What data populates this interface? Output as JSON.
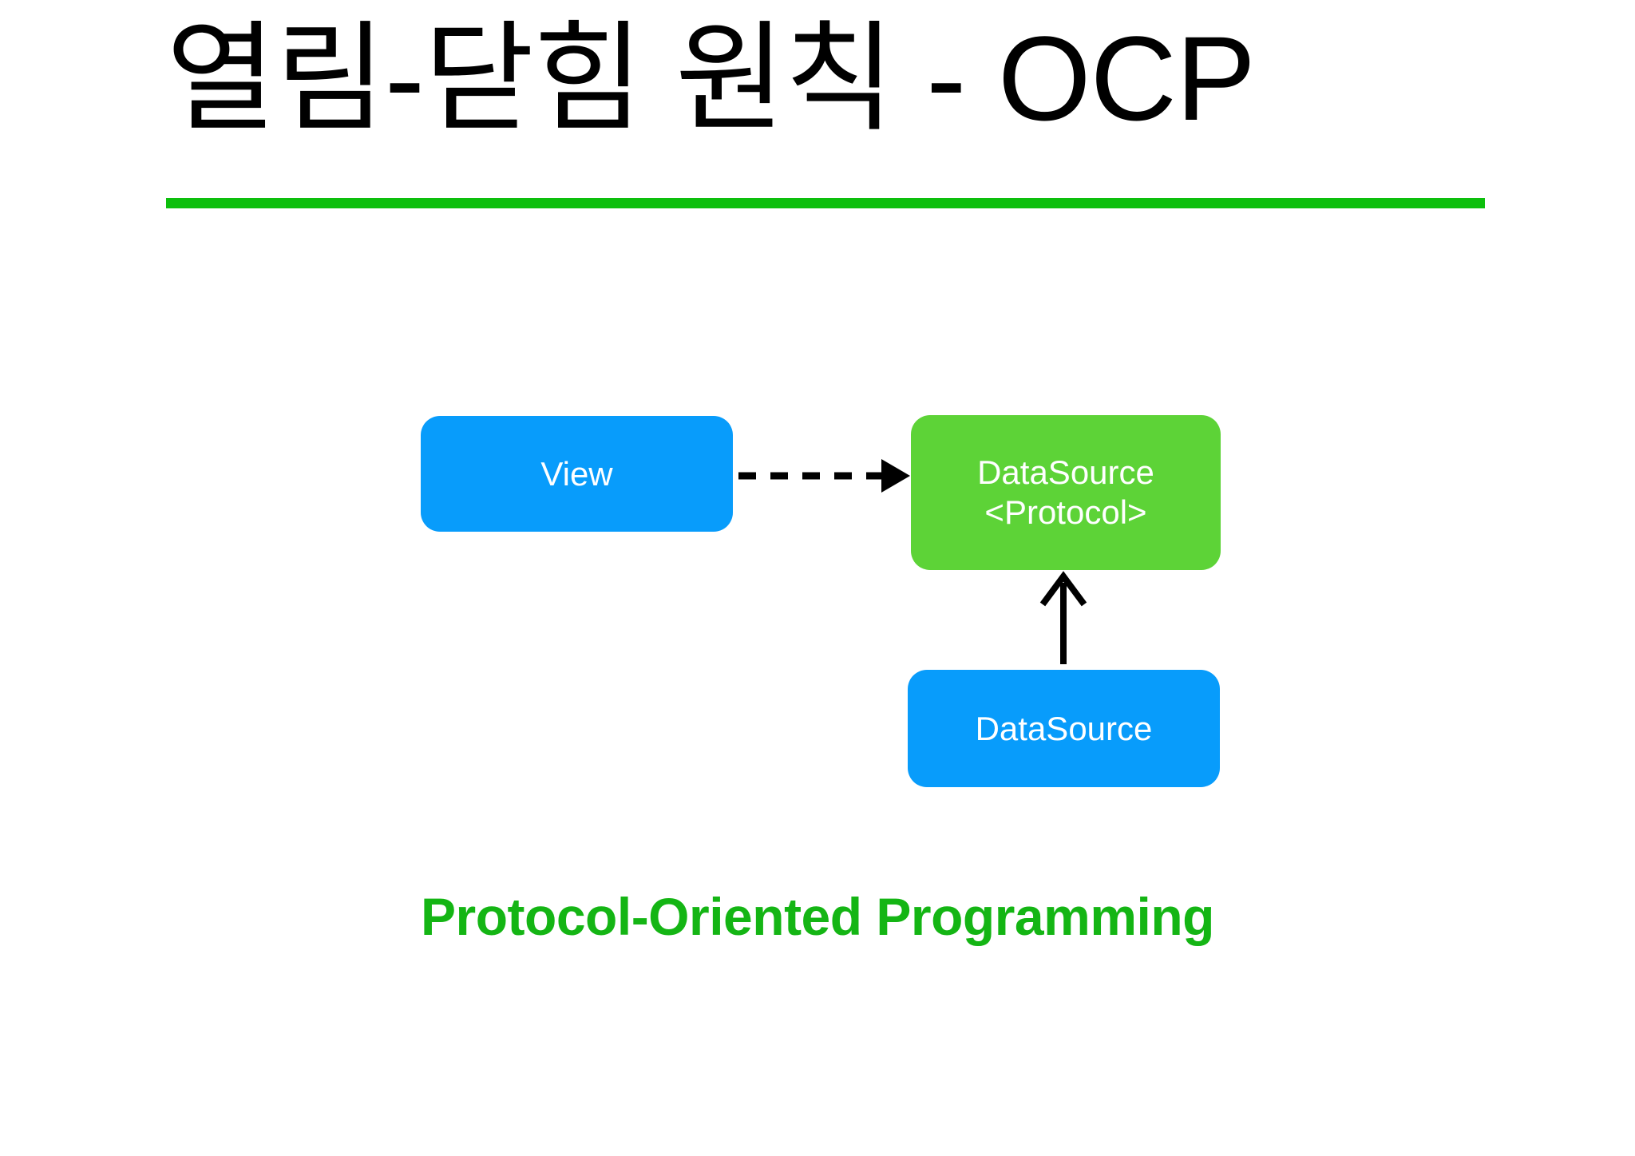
{
  "slide": {
    "title": "열림-닫힘 원칙 - OCP",
    "rule_color": "#0DBF0D",
    "background_color": "#ffffff"
  },
  "diagram": {
    "type": "class-relationship-diagram",
    "nodes": [
      {
        "id": "view",
        "label": "View",
        "color": "#089CFB",
        "text_color": "#ffffff",
        "shape": "rounded-rectangle"
      },
      {
        "id": "datasource-protocol",
        "label_line1": "DataSource",
        "label_line2": "<Protocol>",
        "color": "#5DD337",
        "text_color": "#ffffff",
        "shape": "rounded-rectangle"
      },
      {
        "id": "datasource",
        "label": "DataSource",
        "color": "#089CFB",
        "text_color": "#ffffff",
        "shape": "rounded-rectangle"
      }
    ],
    "edges": [
      {
        "id": "view-to-protocol",
        "from": "view",
        "to": "datasource-protocol",
        "style": "dashed",
        "arrowhead": "filled-triangle",
        "direction": "right",
        "color": "#000000"
      },
      {
        "id": "datasource-to-protocol",
        "from": "datasource",
        "to": "datasource-protocol",
        "style": "solid",
        "arrowhead": "open-line",
        "direction": "up",
        "color": "#000000"
      }
    ]
  },
  "caption": {
    "text": "Protocol-Oriented Programming",
    "color": "#14B514"
  }
}
